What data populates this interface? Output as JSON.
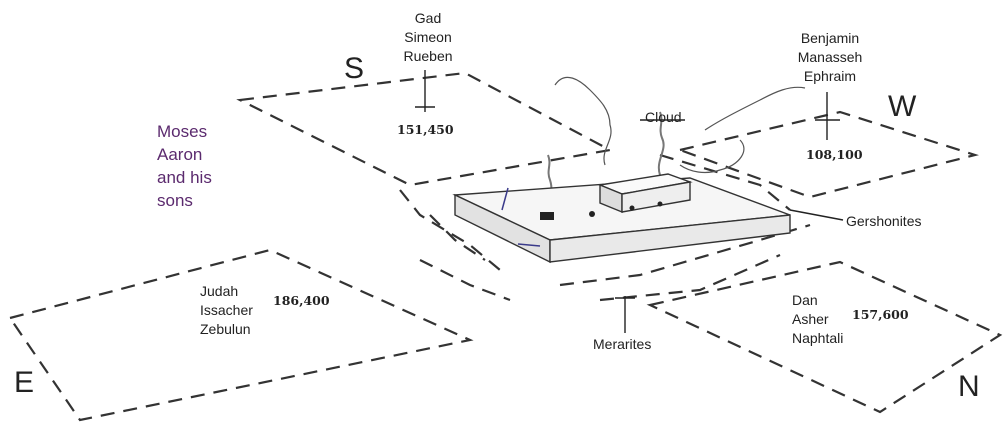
{
  "directions": {
    "south": "S",
    "west": "W",
    "east": "E",
    "north": "N"
  },
  "camps": {
    "south": {
      "tribes": [
        "Gad",
        "Simeon",
        "Rueben"
      ],
      "count": "151,450"
    },
    "west": {
      "tribes": [
        "Benjamin",
        "Manasseh",
        "Ephraim"
      ],
      "count": "108,100"
    },
    "east": {
      "tribes": [
        "Judah",
        "Issacher",
        "Zebulun"
      ],
      "count": "186,400"
    },
    "north": {
      "tribes": [
        "Dan",
        "Asher",
        "Naphtali"
      ],
      "count": "157,600"
    }
  },
  "priests": [
    "Moses",
    "Aaron",
    "and his",
    "sons"
  ],
  "levites": {
    "gershonites": "Gershonites",
    "merarites": "Merarites"
  },
  "cloud": "Cloud",
  "colors": {
    "ink": "#222222",
    "dashes": "#333333",
    "priests": "#5b2a6e",
    "background": "#ffffff"
  }
}
